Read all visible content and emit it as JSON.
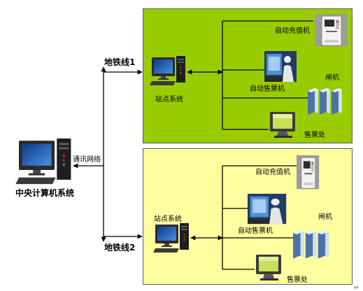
{
  "diagram": {
    "central": {
      "label": "中央计算机系统",
      "network_label": "通讯网络"
    },
    "lines": [
      {
        "name": "地铁线1",
        "station_label": "站点系统",
        "topup_label": "自动充值机",
        "tvm_label": "自动售票机",
        "gate_label": "闸机",
        "office_label": "售票处",
        "bg_color": "#99cc00"
      },
      {
        "name": "地铁线2",
        "station_label": "站点系统",
        "topup_label": "自动充值机",
        "tvm_label": "自动售票机",
        "gate_label": "闸机",
        "office_label": "售票处",
        "bg_color": "#ffffa0"
      }
    ],
    "end_mark": "↵"
  },
  "icons": {
    "computer": "computer-icon",
    "topup": "topup-machine-icon",
    "tvm": "ticket-vending-machine-icon",
    "gate": "gate-icon",
    "office": "ticket-office-icon"
  },
  "colors": {
    "connector": "#000000",
    "box_border": "#5a5a5a",
    "computer_screen": "#2f6fc8",
    "office_screen": "#c9e05a"
  }
}
